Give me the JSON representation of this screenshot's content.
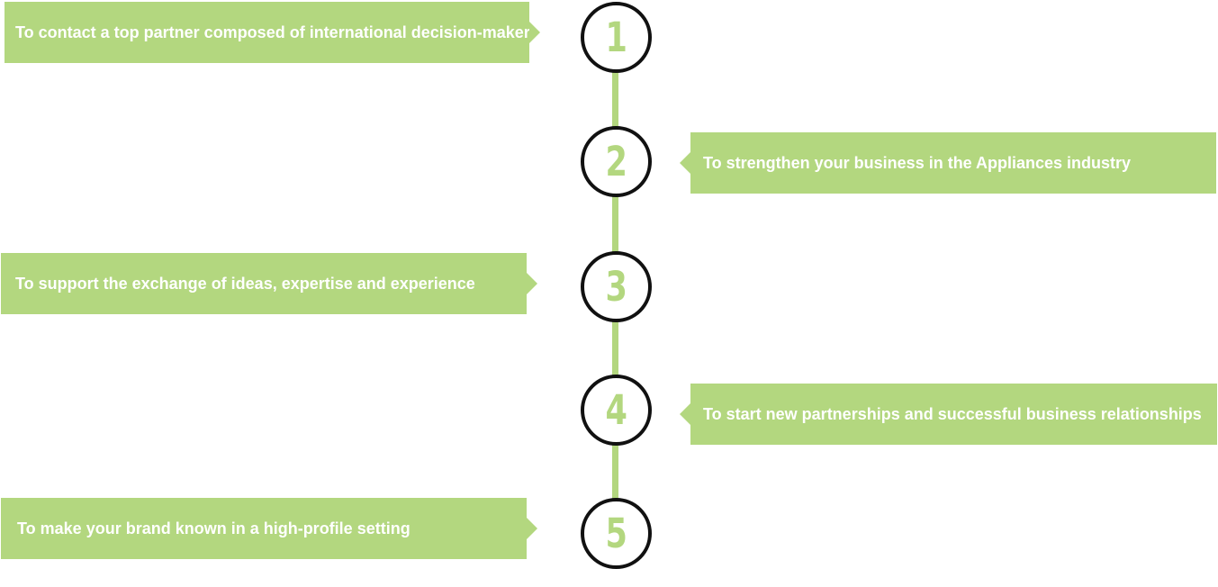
{
  "theme": {
    "accent_green": "#b3d77f",
    "circle_border": "#111111",
    "callout_text": "#ffffff"
  },
  "steps": [
    {
      "number": "1",
      "text": "To contact a top partner composed of international decision-makers",
      "side": "left"
    },
    {
      "number": "2",
      "text": "To strengthen your business in the Appliances industry",
      "side": "right"
    },
    {
      "number": "3",
      "text": "To support the exchange of ideas, expertise and experience",
      "side": "left"
    },
    {
      "number": "4",
      "text": "To start new partnerships and successful business relationships",
      "side": "right"
    },
    {
      "number": "5",
      "text": "To make your brand known in a high-profile setting",
      "side": "left"
    }
  ]
}
